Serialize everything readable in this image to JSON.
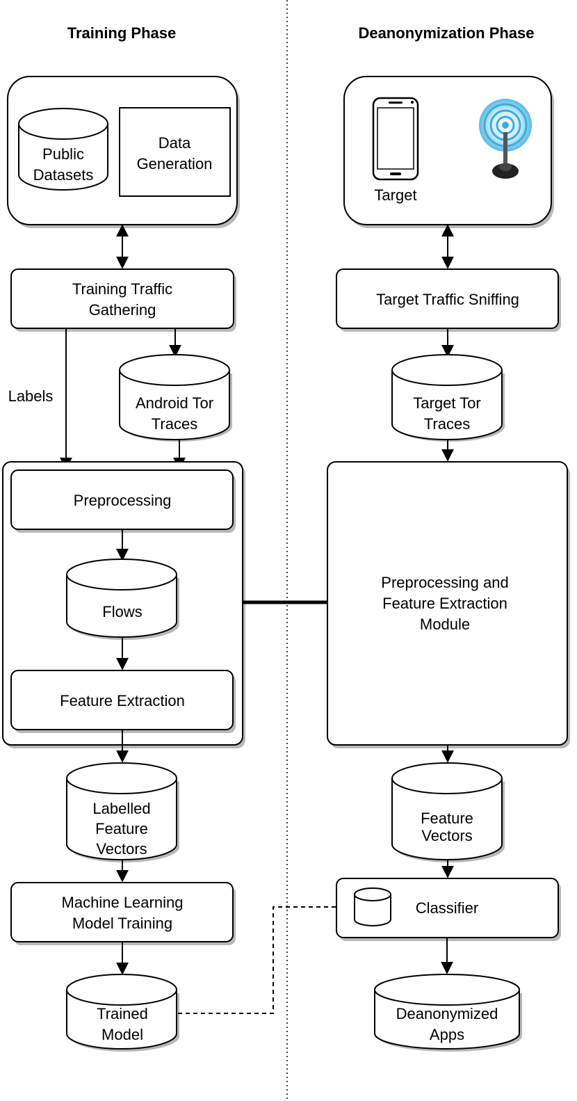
{
  "phases": {
    "training": "Training Phase",
    "deanonymization": "Deanonymization Phase"
  },
  "training": {
    "public_datasets": [
      "Public",
      "Datasets"
    ],
    "data_generation": [
      "Data",
      "Generation"
    ],
    "traffic_gathering": [
      "Training Traffic",
      "Gathering"
    ],
    "labels": "Labels",
    "android_traces": [
      "Android Tor",
      "Traces"
    ],
    "preprocessing": "Preprocessing",
    "flows": "Flows",
    "feature_extraction": "Feature Extraction",
    "labelled_vectors": [
      "Labelled",
      "Feature",
      "Vectors"
    ],
    "ml_training": [
      "Machine Learning",
      "Model Training"
    ],
    "trained_model": [
      "Trained",
      "Model"
    ]
  },
  "deanon": {
    "target": "Target",
    "sniffing": "Target Traffic Sniffing",
    "target_traces": [
      "Target Tor",
      "Traces"
    ],
    "module": [
      "Preprocessing and",
      "Feature Extraction",
      "Module"
    ],
    "feature_vectors": [
      "Feature",
      "Vectors"
    ],
    "classifier": "Classifier",
    "deanonymized_apps": [
      "Deanonymized",
      "Apps"
    ]
  },
  "icons": [
    "smartphone-icon",
    "wireless-antenna-icon"
  ],
  "colors": {
    "antenna": "#3aaee0",
    "antenna_stand": "#222222",
    "shadow": "#b8b8b8"
  }
}
